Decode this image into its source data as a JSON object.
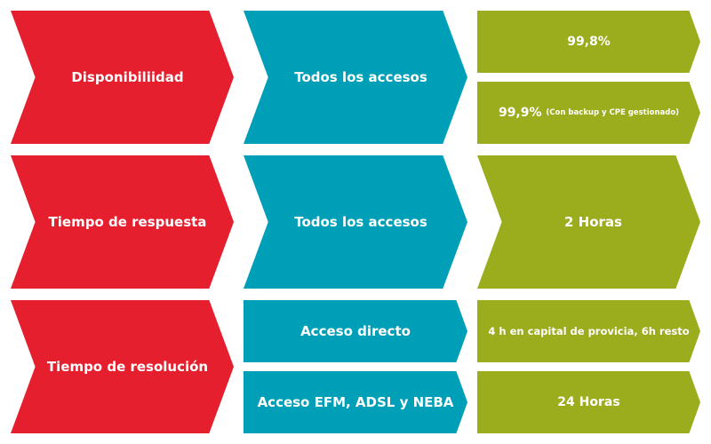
{
  "rows": [
    {
      "metric": "Disponibiliidad",
      "scope": "Todos los accesos",
      "values": [
        {
          "main": "99,8%",
          "note": ""
        },
        {
          "main": "99,9%",
          "note": "(Con backup y CPE gestionado)"
        }
      ]
    },
    {
      "metric": "Tiempo de respuesta",
      "scope": "Todos los accesos",
      "values": [
        {
          "main": "2 Horas",
          "note": ""
        }
      ]
    },
    {
      "metric": "Tiempo de resolución",
      "scopes": [
        "Acceso directo",
        "Acceso EFM, ADSL y NEBA"
      ],
      "values": [
        {
          "main": "4 h en capital de provicia, 6h resto",
          "note": ""
        },
        {
          "main": "24 Horas",
          "note": ""
        }
      ]
    }
  ],
  "colors": {
    "metric": "#e51f2e",
    "scope": "#009fb8",
    "value": "#9bac1c"
  }
}
